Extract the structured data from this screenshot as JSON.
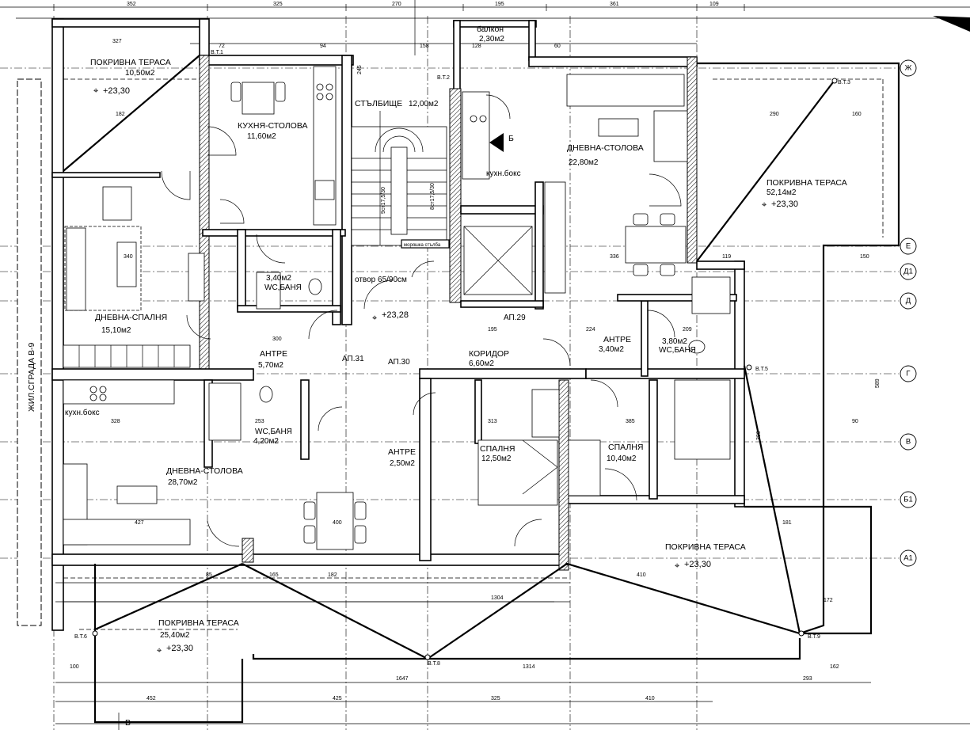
{
  "rooms": {
    "roof_terrace_nw": {
      "name": "ПОКРИВНА ТЕРАСА",
      "area": "10,50м2",
      "elev": "+23,30"
    },
    "balcony": {
      "name": "балкон",
      "area": "2,30м2"
    },
    "kitchen_dining": {
      "name": "КУХНЯ-СТОЛОВА",
      "area": "11,60м2"
    },
    "stairwell": {
      "name": "СТЪЛБИЩЕ",
      "area": "12,00м2",
      "flight_a": "9ст17,5/30",
      "flight_b": "8ст17,5/30",
      "stair_light": "моряшка стълба"
    },
    "living_dining_ne": {
      "name": "ДНЕВНА-СТОЛОВА",
      "area": "22,80м2"
    },
    "kitchen_box_ne": {
      "name": "кухн.бокс"
    },
    "roof_terrace_e": {
      "name": "ПОКРИВНА ТЕРАСА",
      "area": "52,14м2",
      "elev": "+23,30"
    },
    "living_bedroom": {
      "name": "ДНЕВНА-СПАЛНЯ",
      "area": "15,10м2"
    },
    "wc_bath_1": {
      "area": "3,40м2",
      "name": "WC,БАНЯ"
    },
    "opening": {
      "name": "отвор 65/90см"
    },
    "landing": {
      "elev": "+23,28"
    },
    "hall_1": {
      "name": "АНТРЕ",
      "area": "5,70м2"
    },
    "corridor": {
      "name": "КОРИДОР",
      "area": "6,60м2"
    },
    "hall_2": {
      "name": "АНТРЕ",
      "area": "3,40м2"
    },
    "wc_bath_2": {
      "area": "3,80м2",
      "name": "WC,БАНЯ"
    },
    "kitchen_box_sw": {
      "name": "кухн.бокс"
    },
    "wc_bath_3": {
      "name": "WC,БАНЯ",
      "area": "4,20м2"
    },
    "hall_3": {
      "name": "АНТРЕ",
      "area": "2,50м2"
    },
    "bedroom_1": {
      "name": "СПАЛНЯ",
      "area": "12,50м2"
    },
    "bedroom_2": {
      "name": "СПАЛНЯ",
      "area": "10,40м2"
    },
    "living_dining_sw": {
      "name": "ДНЕВНА-СТОЛОВА",
      "area": "28,70м2"
    },
    "roof_terrace_se": {
      "name": "ПОКРИВНА ТЕРАСА",
      "elev": "+23,30"
    },
    "roof_terrace_s": {
      "name": "ПОКРИВНА ТЕРАСА",
      "area": "25,40м2",
      "elev": "+23,30"
    }
  },
  "apartments": [
    "АП.31",
    "АП.30",
    "АП.29"
  ],
  "section_marks": [
    "Б",
    "В"
  ],
  "neighbour_label": "ЖИЛ.СГРАДА В-9",
  "axes": [
    "Ж",
    "Е",
    "Д1",
    "Д",
    "Г",
    "В",
    "Б1",
    "А1"
  ],
  "gutters": [
    "В.Т.1",
    "В.Т.2",
    "В.Т.3",
    "В.Т.5",
    "В.Т.6",
    "В.Т.8",
    "В.Т.9"
  ],
  "dims": {
    "top": [
      "352",
      "325",
      "270",
      "195",
      "361",
      "109"
    ],
    "bottom_1": [
      "452",
      "425",
      "325",
      "410"
    ],
    "bottom_2": [
      "1647",
      "1314",
      "293"
    ],
    "row_1304": "1304",
    "misc": [
      "327",
      "72",
      "94",
      "158",
      "128",
      "60",
      "245",
      "182",
      "290",
      "160",
      "340",
      "336",
      "300",
      "195",
      "224",
      "209",
      "328",
      "253",
      "313",
      "385",
      "427",
      "400",
      "165",
      "182",
      "85",
      "410",
      "181",
      "150",
      "119",
      "589",
      "386",
      "90",
      "172",
      "162",
      "100"
    ]
  }
}
